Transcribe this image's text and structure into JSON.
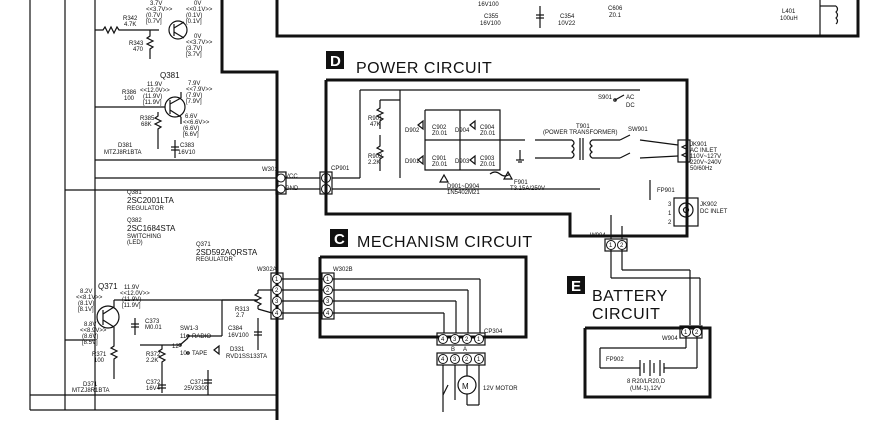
{
  "sections": {
    "d": {
      "letter": "D",
      "title": "POWER CIRCUIT"
    },
    "c": {
      "letter": "C",
      "title": "MECHANISM CIRCUIT"
    },
    "e": {
      "letter": "E",
      "title_line1": "BATTERY",
      "title_line2": "CIRCUIT"
    }
  },
  "top_left": {
    "r342": "R342",
    "r342_val": "4.7K",
    "r343": "R343",
    "r343_val": "470",
    "volt_a1": "3.7V",
    "volt_a2": "<<3.7V>>",
    "volt_a3": "(0.7V)",
    "volt_a4": "[0.7V]",
    "volt_b1": "0V",
    "volt_b2": "<<0.1V>>",
    "volt_b3": "(0.1V)",
    "volt_b4": "[0.1V]",
    "volt_c1": "0V",
    "volt_c2": "<<3.7V>>",
    "volt_c3": "(3.7V)",
    "volt_c4": "[3.7V]",
    "q381": "Q381",
    "q381_v1": "7.9V",
    "q381_v2": "<<7.9V>>",
    "q381_v3": "(7.9V)",
    "q381_v4": "[7.9V]",
    "q381_b1": "11.9V",
    "q381_b2": "<<12.0V>>",
    "q381_b3": "(11.9V)",
    "q381_b4": "[11.9V]",
    "r386": "R386",
    "r386_val": "100",
    "r385": "R385",
    "r385_val": "68K",
    "q381_e1": "6.6V",
    "q381_e2": "<<6.6V>>",
    "q381_e3": "(6.6V)",
    "q381_e4": "[6.6V]",
    "d381": "D381",
    "d381_val": "MTZJ8R1BTA",
    "c383": "C383",
    "c383_val": "16V10"
  },
  "parts_list": {
    "q381": "Q381",
    "q381_part": "2SC2001LTA",
    "q381_note": "REGULATOR",
    "q382": "Q382",
    "q382_part": "2SC1684STA",
    "q382_note1": "SWITCHING",
    "q382_note2": "(LED)",
    "q371": "Q371",
    "q371_part": "2SD592AQRSTA",
    "q371_note": "REGULATOR"
  },
  "connectors": {
    "w301": "W301",
    "vcc": "VCC",
    "gnd": "GND",
    "cp901": "CP901",
    "w302a": "W302A",
    "w302b": "W302B",
    "cp304": "CP304",
    "w904": "W904",
    "w904b": "W904"
  },
  "power": {
    "r901": "R901",
    "r901_val": "47K",
    "r902": "R902",
    "r902_val": "2.2K",
    "s901": "S901",
    "ac": "AC",
    "dc": "DC",
    "d902": "D902",
    "d904": "D904",
    "d901": "D901",
    "d903": "D903",
    "c902": "C902",
    "c902_val": "Z0.01",
    "c904": "C904",
    "c904_val": "Z0.01",
    "c901": "C901",
    "c901_val": "Z0.01",
    "c903": "C903",
    "c903_val": "Z0.01",
    "t901": "T901",
    "t901_note": "(POWER TRANSFORMER)",
    "sw901": "SW901",
    "jk901": "JK901",
    "jk901_n1": "AC INLET",
    "jk901_n2": "110V~127V",
    "jk901_n3": "220V~240V",
    "jk901_n4": "50/60Hz",
    "diodes_note1": "D901~D904",
    "diodes_note2": "1N5402M21",
    "f901": "F901",
    "f901_val": "T3.15A/250V",
    "fp901": "FP901",
    "jk902": "JK902",
    "jk902_note": "DC INLET"
  },
  "mech": {
    "q371": "Q371",
    "q371_v1": "8.2V",
    "q371_v2": "<<8.1V>>",
    "q371_v3": "(8.1V)",
    "q371_v4": "[8.1V]",
    "q371_c1": "11.9V",
    "q371_c2": "<<12.0V>>",
    "q371_c3": "(11.9V)",
    "q371_c4": "[11.9V]",
    "q371_e1": "8.8V",
    "q371_e2": "<<8.9V>>",
    "q371_e3": "(8.6V)",
    "q371_e4": "[8.5V]",
    "c373": "C373",
    "c373_val": "M0.01",
    "r313": "R313",
    "r313_val": "2.7",
    "sw": "SW1-3",
    "radio": "RADIO",
    "tape": "TAPE",
    "c384": "C384",
    "c384_val": "16V100",
    "d331": "D331",
    "d331_val": "RVD1SS133TA",
    "r371": "R371",
    "r371_val": "100",
    "r372": "R372",
    "r372_val": "2.2K",
    "d371": "D371",
    "d371_val": "MTZJ8R1BTA",
    "c372": "C372",
    "c372_val": "16V4",
    "c371": "C371",
    "c371_val": "25V3300",
    "motor": "12V MOTOR"
  },
  "battery": {
    "fp902": "FP902",
    "spec1": "8 R20/LR20,D",
    "spec2": "(UM-1),12V"
  },
  "top_right": {
    "c355": "C355",
    "c355_val": "16V100",
    "c354": "C354",
    "c354_val": "10V22",
    "c606": "C606",
    "c606_val": "Z0.1",
    "l401": "L401",
    "l401_val": "100uH",
    "label_16v100": "16V100"
  }
}
